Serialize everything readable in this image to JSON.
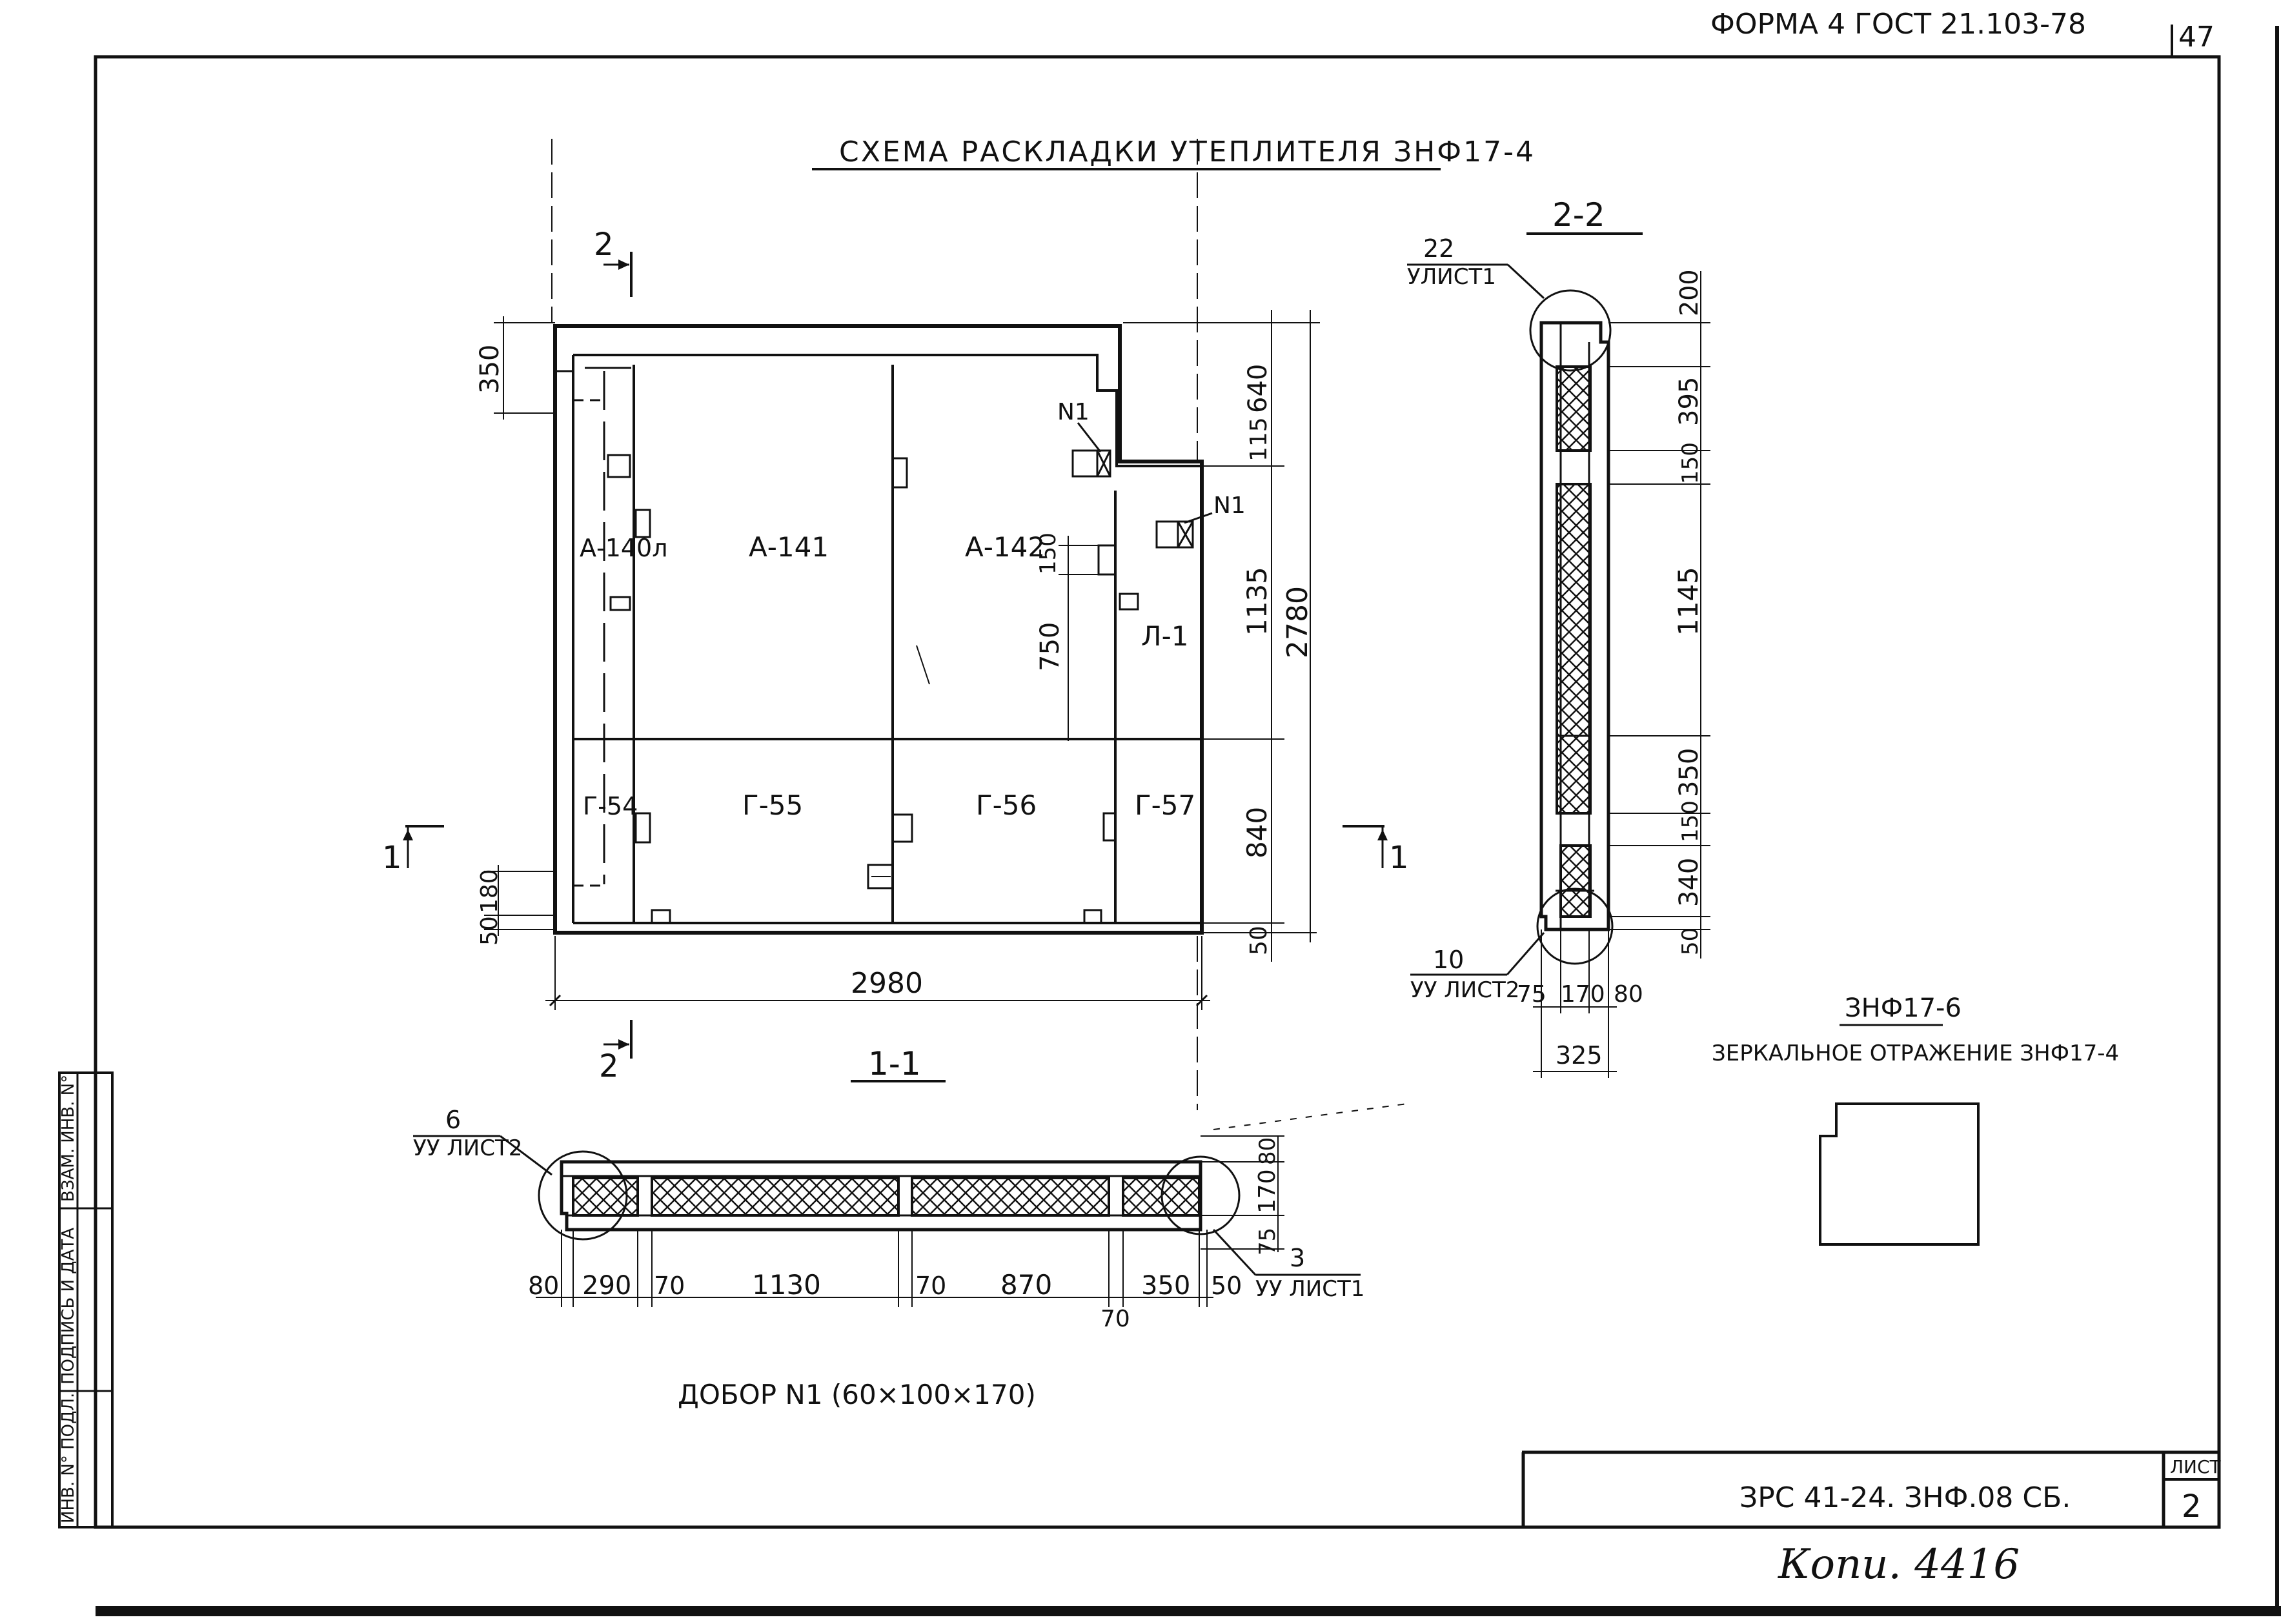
{
  "header": {
    "format_text": "ФОРМА 4 ГОСТ 21.103-78",
    "page_number": "47"
  },
  "main_title": "СХЕМА РАСКЛАДКИ УТЕПЛИТЕЛЯ ЗНФ17-4",
  "section_markers": {
    "two_top": "2",
    "two_bottom": "2",
    "one_left": "1",
    "one_right": "1"
  },
  "plan": {
    "panels": {
      "a140l": "А-140л",
      "a141": "А-141",
      "a142": "А-142",
      "l1": "Л-1",
      "g54": "Г-54",
      "g55": "Г-55",
      "g56": "Г-56",
      "g57": "Г-57"
    },
    "n1_a": "N1",
    "n1_b": "N1",
    "dims": {
      "d350": "350",
      "d640": "640",
      "d115": "115",
      "d1135": "1135",
      "d2780": "2780",
      "d840": "840",
      "d50r": "50",
      "d150": "150",
      "d750": "750",
      "d180": "180",
      "d50l": "50",
      "d2980": "2980"
    }
  },
  "section22": {
    "title": "2-2",
    "callout_top_num": "22",
    "callout_top_ref": "УЛИСТ1",
    "callout_bottom_num": "10",
    "callout_bottom_ref": "УУ ЛИСТ2",
    "dims": {
      "d200": "200",
      "d395": "395",
      "d150a": "150",
      "d1145": "1145",
      "d350": "350",
      "d150b": "150",
      "d340": "340",
      "d50": "50",
      "d75": "75",
      "d170": "170",
      "d80": "80",
      "d325": "325"
    }
  },
  "section11": {
    "title": "1-1",
    "callout_left_num": "6",
    "callout_left_ref": "УУ ЛИСТ2",
    "callout_right_num": "3",
    "callout_right_ref": "УУ ЛИСТ1",
    "dims": {
      "d80": "80",
      "d290": "290",
      "d70a": "70",
      "d1130": "1130",
      "d70b": "70",
      "d870": "870",
      "d350": "350",
      "d50": "50",
      "d70c": "70",
      "v80": "80",
      "v170": "170",
      "v75": "75"
    }
  },
  "mirror": {
    "label": "ЗНФ17-6",
    "description": "ЗЕРКАЛЬНОЕ ОТРАЖЕНИЕ ЗНФ17-4"
  },
  "note": "ДОБОР N1 (60×100×170)",
  "side_stamp": {
    "inv_podl": "ИНВ. N° ПОДЛ.",
    "podpis_data": "ПОДПИСЬ И ДАТА",
    "vzam_inv": "ВЗАМ. ИНВ. N°"
  },
  "title_block": {
    "doc_code": "ЗРС 41-24. ЗНФ.08 СБ.",
    "sheet_label": "ЛИСТ",
    "sheet_number": "2"
  },
  "handwritten": "Копи. 4416"
}
